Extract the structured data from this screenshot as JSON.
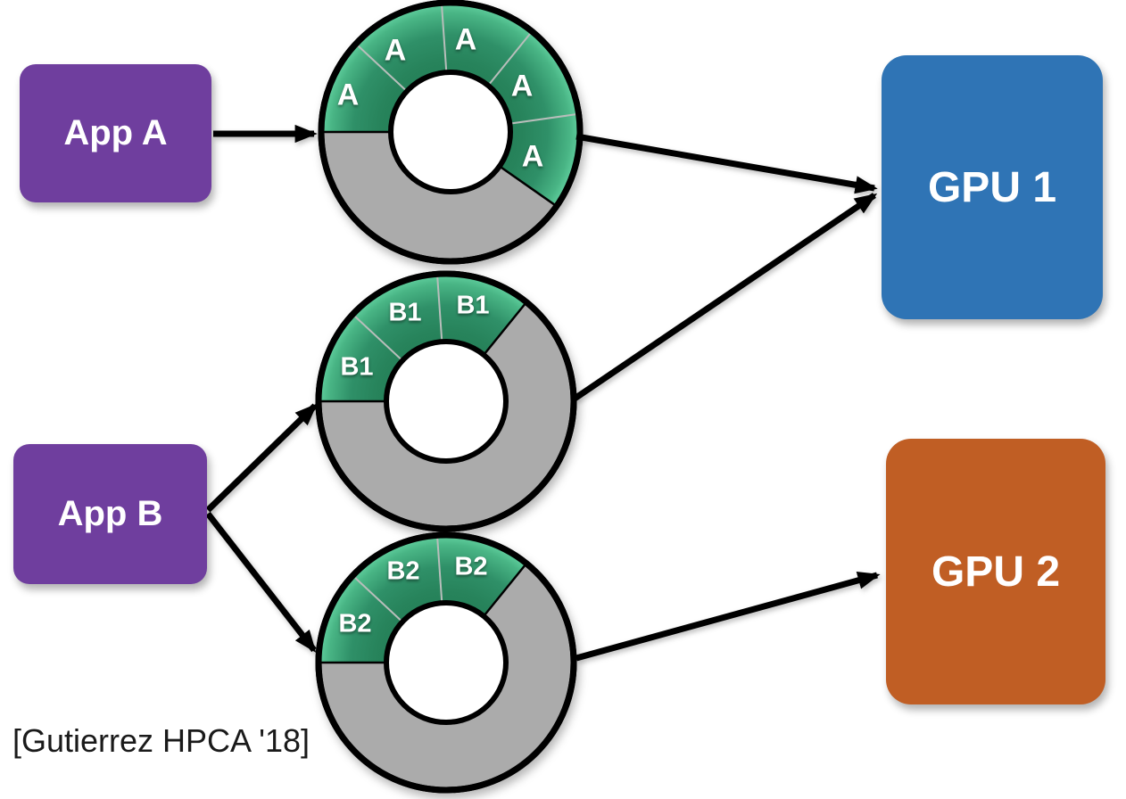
{
  "apps": [
    {
      "id": "app-a",
      "label": "App A"
    },
    {
      "id": "app-b",
      "label": "App B"
    }
  ],
  "gpus": [
    {
      "id": "gpu-1",
      "label": "GPU 1"
    },
    {
      "id": "gpu-2",
      "label": "GPU 2"
    }
  ],
  "queues": [
    {
      "id": "queue-a",
      "owner": "App A",
      "segment_labels": [
        "A",
        "A",
        "A",
        "A",
        "A"
      ],
      "filled_segments": 5,
      "filled_fraction": 0.6
    },
    {
      "id": "queue-b1",
      "owner": "App B",
      "segment_labels": [
        "B1",
        "B1",
        "B1"
      ],
      "filled_segments": 3,
      "filled_fraction": 0.36
    },
    {
      "id": "queue-b2",
      "owner": "App B",
      "segment_labels": [
        "B2",
        "B2",
        "B2"
      ],
      "filled_segments": 3,
      "filled_fraction": 0.36
    }
  ],
  "connections": [
    {
      "from": "app-a",
      "to": "queue-a"
    },
    {
      "from": "queue-a",
      "to": "gpu-1"
    },
    {
      "from": "app-b",
      "to": "queue-b1"
    },
    {
      "from": "app-b",
      "to": "queue-b2"
    },
    {
      "from": "queue-b1",
      "to": "gpu-1"
    },
    {
      "from": "queue-b2",
      "to": "gpu-2"
    }
  ],
  "citation": {
    "text": "[Gutierrez HPCA '18]"
  },
  "colors": {
    "app_box": "#6F3E9E",
    "gpu1_box": "#2F74B5",
    "gpu2_box": "#C05E24",
    "queue_filled": "#2F8C64",
    "queue_filled_highlight": "#62D1A0",
    "queue_empty": "#ABABAB",
    "outline": "#000000",
    "node_text": "#FFFFFF",
    "citation_text": "#1A1A1A"
  }
}
